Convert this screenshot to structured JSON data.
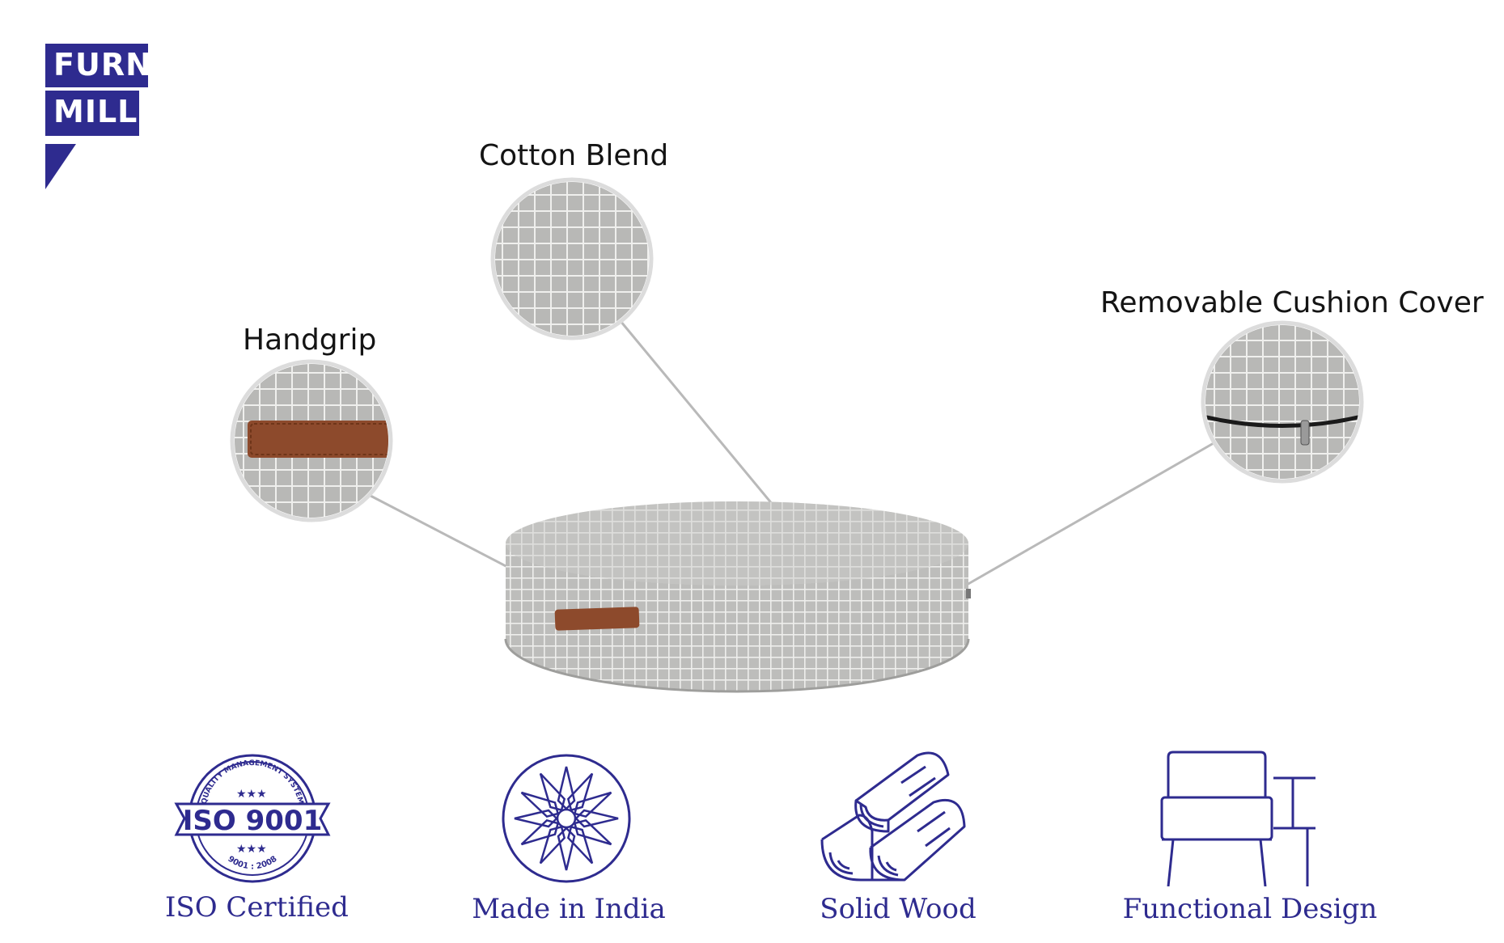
{
  "brand": {
    "logo_line1": "FURN",
    "logo_line2": "MILL",
    "color": "#2e2b8f"
  },
  "features": {
    "cotton_blend": "Cotton Blend",
    "handgrip": "Handgrip",
    "removable_cover": "Removable Cushion Cover"
  },
  "badges": {
    "iso": {
      "label": "ISO Certified",
      "ring_top": "QUALITY MANAGEMENT SYSTEM",
      "center": "ISO 9001",
      "ring_bottom": "9001 : 2008",
      "icon": "iso-badge-icon"
    },
    "india": {
      "label": "Made in India",
      "icon": "flower-emblem-icon"
    },
    "wood": {
      "label": "Solid Wood",
      "icon": "logs-icon"
    },
    "design": {
      "label": "Functional Design",
      "icon": "chair-icon"
    }
  },
  "colors": {
    "accent": "#2e2b8f",
    "fabric": "#bdbdbb",
    "leather": "#8d4a2c"
  }
}
